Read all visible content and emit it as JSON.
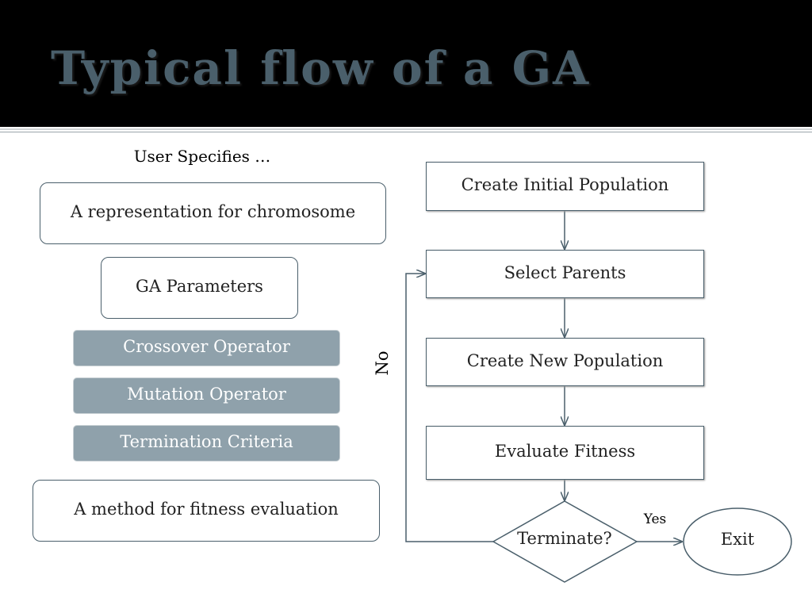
{
  "title": "Typical flow of a GA",
  "left_panel": {
    "heading": "User Specifies …",
    "representation": "A representation for chromosome",
    "ga_parameters": "GA Parameters",
    "crossover": "Crossover Operator",
    "mutation": "Mutation Operator",
    "termination": "Termination Criteria",
    "fitness_method": "A method for fitness evaluation"
  },
  "flowchart": {
    "create_initial": "Create Initial Population",
    "select_parents": "Select Parents",
    "create_new": "Create New Population",
    "evaluate_fitness": "Evaluate Fitness",
    "decision": "Terminate?",
    "yes_label": "Yes",
    "no_label": "No",
    "exit": "Exit"
  },
  "colors": {
    "header_bg": "#000000",
    "title": "#4a5f6b",
    "box_border": "#4a5f6b",
    "gray_box": "#8fa1ab"
  }
}
